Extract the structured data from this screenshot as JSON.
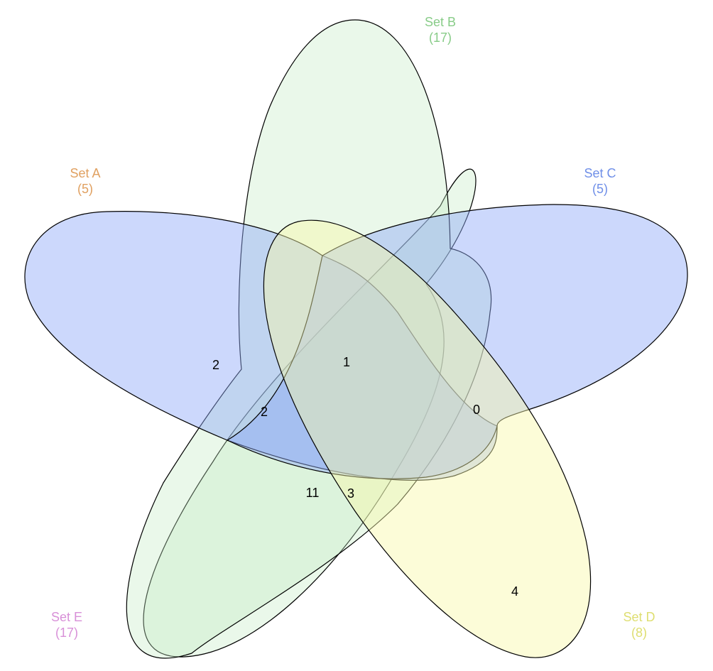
{
  "sets": [
    {
      "id": "A",
      "name": "Set A",
      "size_label": "(5)",
      "label_color": "#e0a060",
      "fill": "#8fa8f8",
      "fill_opacity": 0.45
    },
    {
      "id": "B",
      "name": "Set B",
      "size_label": "(17)",
      "label_color": "#88cc88",
      "fill": "#c4ecc4",
      "fill_opacity": 0.35
    },
    {
      "id": "C",
      "name": "Set C",
      "size_label": "(5)",
      "label_color": "#6f8fe8",
      "fill": "#8fa8f8",
      "fill_opacity": 0.45
    },
    {
      "id": "D",
      "name": "Set D",
      "size_label": "(8)",
      "label_color": "#dede70",
      "fill": "#f8f8a8",
      "fill_opacity": 0.45
    },
    {
      "id": "E",
      "name": "Set E",
      "size_label": "(17)",
      "label_color": "#d890d8",
      "fill": "#c4ecc4",
      "fill_opacity": 0.35
    }
  ],
  "regions": [
    {
      "value": "2"
    },
    {
      "value": "1"
    },
    {
      "value": "2"
    },
    {
      "value": "0"
    },
    {
      "value": "11"
    },
    {
      "value": "3"
    },
    {
      "value": "4"
    }
  ]
}
